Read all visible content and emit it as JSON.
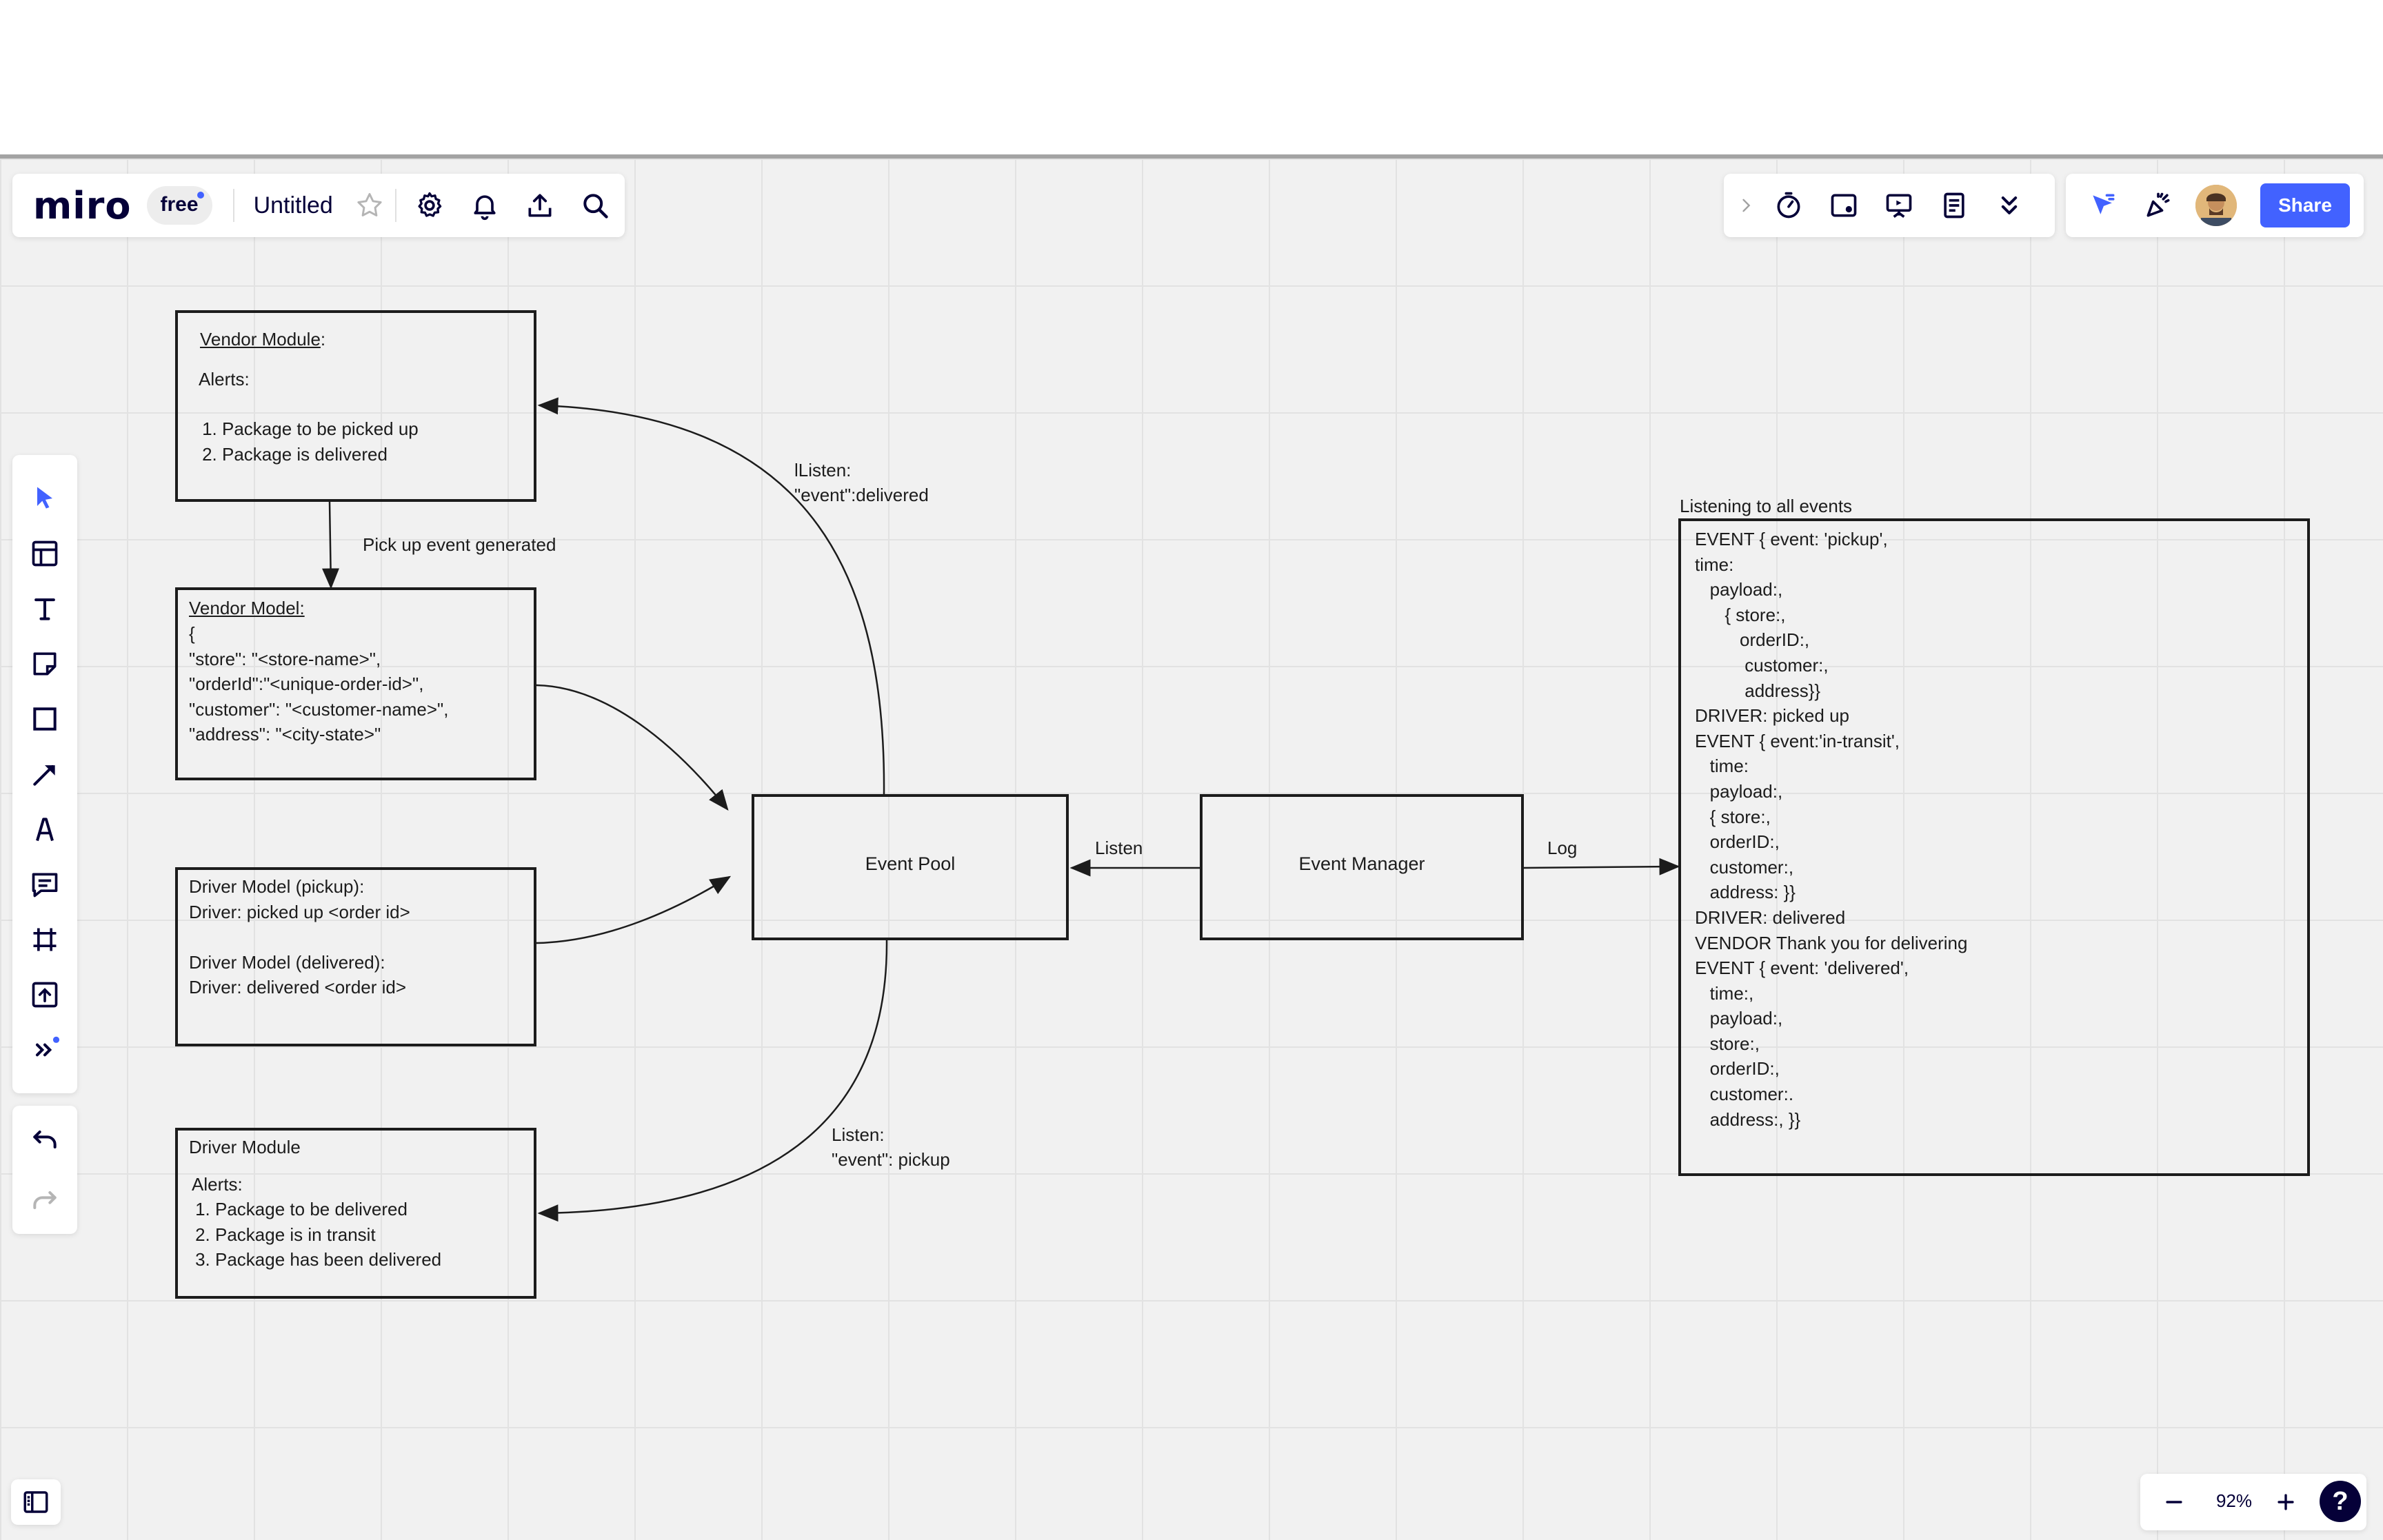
{
  "app": {
    "logo": "miro",
    "plan_badge": "free",
    "board_title": "Untitled"
  },
  "topbar_right": {
    "share_label": "Share"
  },
  "left_toolbar": {
    "tools": [
      "select",
      "templates",
      "text",
      "sticky-note",
      "shape",
      "arrow",
      "pen",
      "comment",
      "frame",
      "upload",
      "more"
    ]
  },
  "zoom": {
    "level": "92%",
    "help_label": "?"
  },
  "diagram": {
    "vendor_module": {
      "title": "Vendor Module",
      "title_suffix": ":",
      "alerts_label": "Alerts:",
      "items": [
        "Package to be picked up",
        "Package is delivered"
      ]
    },
    "vendor_model": {
      "title": "Vendor Model:",
      "lines": "{\n\"store\": \"<store-name>\",\n\"orderId\":\"<unique-order-id>\",\n\"customer\": \"<customer-name>\",\n\"address\": \"<city-state>\""
    },
    "driver_model": {
      "text": "Driver Model (pickup):\nDriver: picked up <order id>\n\nDriver Model (delivered):\nDriver: delivered <order id>"
    },
    "driver_module": {
      "title": "Driver Module",
      "alerts_label": "Alerts:",
      "items": [
        "Package to be delivered",
        "Package is in transit",
        "Package has been delivered"
      ]
    },
    "event_pool": "Event Pool",
    "event_manager": "Event Manager",
    "labels": {
      "pickup_generated": "Pick up event generated",
      "listen_delivered": "lListen:\n\"event\":delivered",
      "listen_pickup": "Listen:\n\"event\": pickup",
      "listen": "Listen",
      "log": "Log",
      "listening_all": "Listening to all events"
    },
    "log_box": "EVENT { event: 'pickup',\ntime:\n   payload:,\n      { store:,\n         orderID:,\n          customer:,\n          address}}\nDRIVER: picked up\nEVENT { event:'in-transit',\n   time:\n   payload:,\n   { store:,\n   orderID:,\n   customer:,\n   address: }}\nDRIVER: delivered\nVENDOR Thank you for delivering\nEVENT { event: 'delivered',\n   time:,\n   payload:,\n   store:,\n   orderID:,\n   customer:.\n   address:, }}"
  }
}
